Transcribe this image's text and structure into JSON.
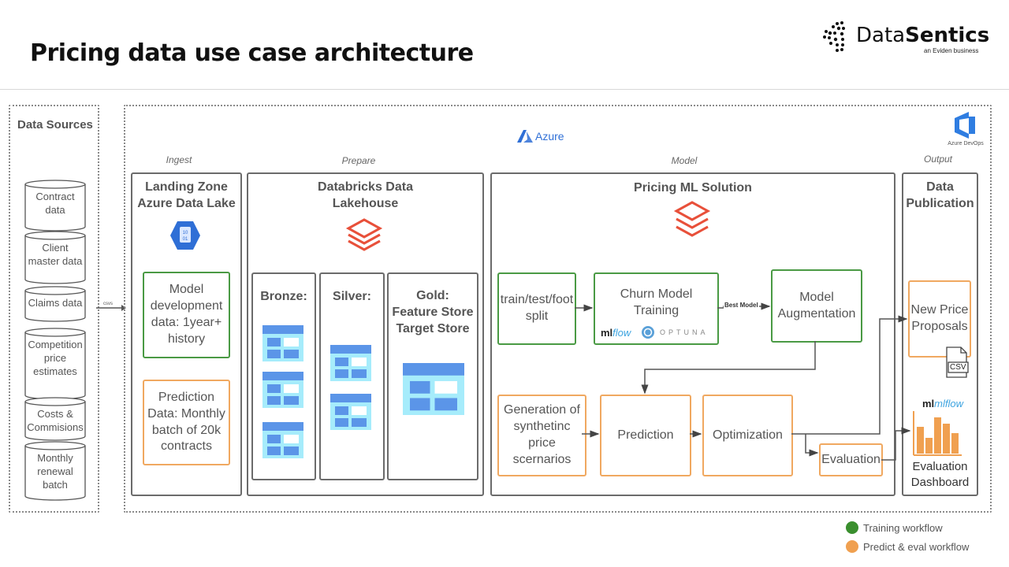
{
  "header": {
    "title": "Pricing data use case architecture",
    "logo": {
      "name_light": "Data",
      "name_bold": "Sentics",
      "tagline": "an Eviden business"
    }
  },
  "data_sources": {
    "heading": "Data Sources",
    "items": [
      {
        "label": "Contract data",
        "lines": [
          "Contract",
          "data"
        ]
      },
      {
        "label": "Client master data",
        "lines": [
          "Client",
          "master data"
        ]
      },
      {
        "label": "Claims data",
        "lines": [
          "Claims data"
        ]
      },
      {
        "label": "Competition price estimates",
        "lines": [
          "Competition",
          "price",
          "estimates"
        ]
      },
      {
        "label": "Costs & Commisions",
        "lines": [
          "Costs &",
          "Commisions"
        ]
      },
      {
        "label": "Monthly renewal batch",
        "lines": [
          "Monthly",
          "renewal",
          "batch"
        ]
      }
    ],
    "arrow_label": "csvs"
  },
  "platform": {
    "azure_label": "Azure",
    "devops_label": "Azure DevOps"
  },
  "ingest": {
    "stage": "Ingest",
    "title_line1": "Landing Zone",
    "title_line2": "Azure Data Lake",
    "icon_text": "10 01",
    "training_box": "Model development data: 1year+ history",
    "predict_box": "Prediction Data: Monthly batch of 20k contracts"
  },
  "prepare": {
    "stage": "Prepare",
    "title_line1": "Databricks Data",
    "title_line2": "Lakehouse",
    "bronze": "Bronze:",
    "silver": "Silver:",
    "gold_line1": "Gold:",
    "gold_line2": "Feature Store",
    "gold_line3": "Target Store"
  },
  "model": {
    "stage": "Model",
    "title": "Pricing ML Solution",
    "split": "train/test/foot split",
    "churn": "Churn Model Training",
    "mlflow": "mlflow",
    "optuna": "OPTUNA",
    "best_model": "Best Model",
    "augmentation": "Model Augmentation",
    "generation": "Generation of synthetinc price scernarios",
    "prediction": "Prediction",
    "optimization": "Optimization",
    "evaluation": "Evaluation"
  },
  "output": {
    "stage": "Output",
    "title_line1": "Data",
    "title_line2": "Publication",
    "proposals": "New Price Proposals",
    "csv": "CSV",
    "mlflow": "mlflow",
    "dashboard_line1": "Evaluation",
    "dashboard_line2": "Dashboard"
  },
  "legend": {
    "items": [
      {
        "label": "Training workflow",
        "color": "#3a8f2e"
      },
      {
        "label": "Predict & eval workflow",
        "color": "#f0a050"
      }
    ]
  },
  "colors": {
    "training": "#4a9a44",
    "predict": "#f0a860",
    "databricks": "#e8503a",
    "azure": "#2f6fd6",
    "table": "#5b95e8",
    "table_bg": "#a6ecfb"
  }
}
